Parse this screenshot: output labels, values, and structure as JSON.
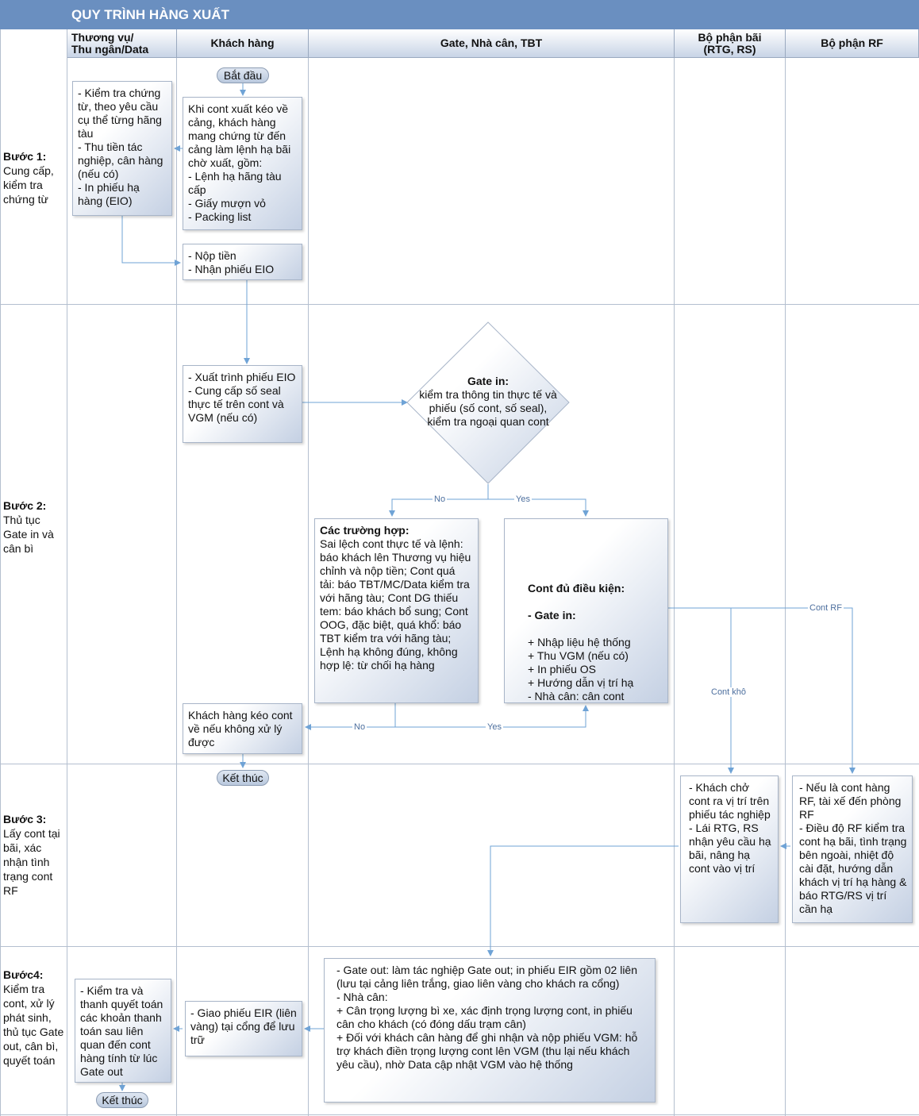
{
  "title": "QUY TRÌNH HÀNG XUẤT",
  "lanes": [
    "Thương vụ/\nThu ngân/Data",
    "Khách hàng",
    "Gate, Nhà cân, TBT",
    "Bộ phận bãi\n(RTG, RS)",
    "Bộ phận RF"
  ],
  "steps": [
    {
      "title": "Bước 1:",
      "text": "Cung cấp, kiểm tra chứng từ"
    },
    {
      "title": "Bước 2:",
      "text": "Thủ tục Gate in và cân bì"
    },
    {
      "title": "Bước 3:",
      "text": "Lấy cont tại bãi, xác nhận tình trạng cont RF"
    },
    {
      "title": "Bước4:",
      "text": "Kiểm tra cont, xử lý phát sinh, thủ tục Gate out, cân bì, quyết toán"
    }
  ],
  "terminals": {
    "start": "Bắt đầu",
    "end1": "Kết thúc",
    "end2": "Kết thúc"
  },
  "boxes": {
    "check_docs": "- Kiểm tra chứng từ, theo yêu cầu cụ thể từng hãng tàu\n- Thu tiền tác nghiệp, cân hàng (nếu có)\n- In phiếu hạ hàng (EIO)",
    "customer_docs": "Khi cont xuất kéo về cảng, khách hàng mang chứng từ đến cảng làm lệnh hạ bãi chờ xuất, gồm:\n- Lệnh hạ hãng tàu cấp\n- Giấy mượn vỏ\n- Packing list",
    "pay": "- Nộp tiền\n- Nhận phiếu EIO",
    "present_eio": "- Xuất trình phiếu EIO\n- Cung cấp số seal thực tế trên cont và VGM (nếu có)",
    "cases_title": "Các trường hợp:",
    "cases": "Sai lệch cont thực tế và lệnh: báo khách lên Thương vụ hiệu chỉnh và nộp tiền; Cont quá tải: báo TBT/MC/Data kiểm tra với hãng tàu; Cont DG thiếu tem: báo khách bổ sung; Cont OOG, đặc biệt, quá khổ: báo TBT kiểm tra với hãng tàu; Lệnh hạ không đúng, không hợp lệ: từ chối hạ hàng",
    "eligible_title": "Cont đủ điều kiện:",
    "eligible_sub": "- Gate in:",
    "eligible": "+ Nhập liệu hệ thống\n+ Thu VGM (nếu có)\n+ In phiếu OS\n+ Hướng dẫn vị trí hạ\n- Nhà cân: cân cont",
    "pull_back": "Khách hàng kéo cont về nếu không xử lý được",
    "yard": "- Khách chở cont ra vị trí trên phiếu tác nghiệp\n- Lái RTG, RS nhận yêu cầu hạ bãi, nâng hạ cont vào vị trí",
    "rf": "- Nếu là cont hàng RF, tài xế đến phòng RF\n- Điều độ RF kiểm tra cont hạ bãi, tình trạng bên ngoài, nhiệt độ cài đặt, hướng dẫn khách vị trí hạ hàng & báo RTG/RS vị trí cần hạ",
    "gate_out": "- Gate out: làm tác nghiệp Gate out; in phiếu EIR gồm 02 liên (lưu tại cảng liên trắng, giao liên vàng cho khách ra cổng)\n- Nhà cân:\n+ Cân trọng lượng bì xe, xác định trọng lượng cont, in phiếu cân cho khách (có đóng dấu trạm cân)\n+ Đối với khách cân hàng để ghi nhận và nộp phiếu VGM: hỗ trợ khách điền trọng lượng cont lên VGM (thu lại nếu khách yêu cầu), nhờ Data cập nhật VGM vào hệ thống",
    "eir": "- Giao phiếu EIR (liên vàng) tại cổng để lưu trữ",
    "settle": "- Kiểm tra và thanh quyết toán các khoản thanh toán sau liên quan đến cont hàng tính từ lúc Gate out"
  },
  "decision": {
    "title": "Gate in:",
    "text": "kiểm tra thông tin thực tế và phiếu (số cont, số seal), kiểm tra ngoại quan cont"
  },
  "edge_labels": {
    "no1": "No",
    "yes1": "Yes",
    "no2": "No",
    "yes2": "Yes",
    "cont_rf": "Cont RF",
    "cont_kho": "Cont khô"
  },
  "colors": {
    "title_bar": "#6a8fc0",
    "arrow": "#6fa3d6",
    "label": "#4d6f9e"
  }
}
